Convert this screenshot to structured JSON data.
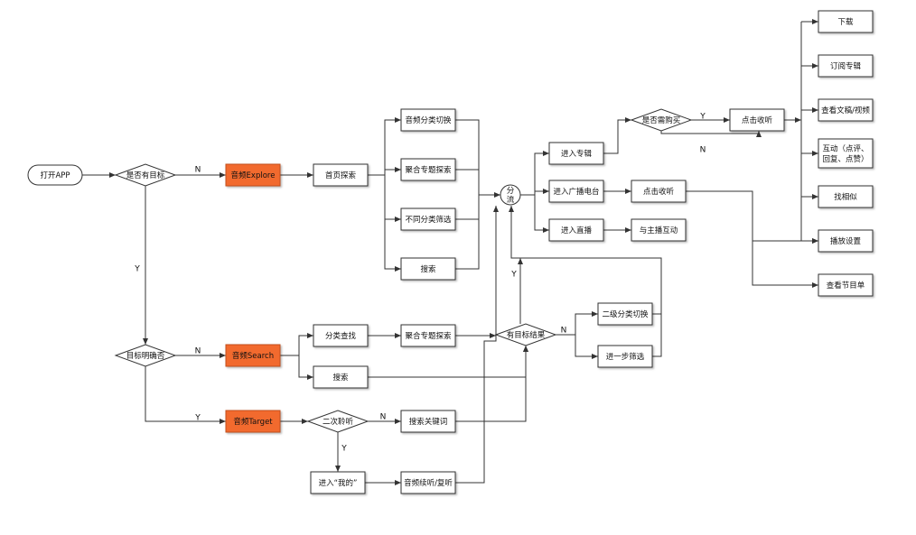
{
  "colors": {
    "accent": "#F26A2E",
    "stroke": "#333333",
    "box_fill": "#ffffff",
    "text": "#111111"
  },
  "nodes": {
    "start": "打开APP",
    "has_goal": "是否有目标",
    "audio_explore": "音频Explore",
    "home_explore": "首页探索",
    "cat_switch": "音频分类切换",
    "topic_explore": "聚合专题探索",
    "cat_filter": "不同分类筛选",
    "search_top": "搜索",
    "split": "分\n流",
    "enter_album": "进入专辑",
    "enter_radio": "进入广播电台",
    "enter_live": "进入直播",
    "need_buy": "是否需购买",
    "click_listen_top": "点击收听",
    "click_listen_radio": "点击收听",
    "host_interact": "与主播互动",
    "download": "下载",
    "subscribe": "订阅专辑",
    "view_text_video": "查看文稿/视频",
    "interaction": "互动（点评、\n回复、点赞）",
    "find_similar": "找相似",
    "play_settings": "播放设置",
    "view_program": "查看节目单",
    "goal_clear": "目标明确否",
    "audio_search": "音频Search",
    "cat_find": "分类查找",
    "topic_explore_2": "聚合专题探索",
    "search_mid": "搜索",
    "has_result": "有目标结果",
    "sub_cat_switch": "二级分类切换",
    "further_filter": "进一步筛选",
    "audio_target": "音频Target",
    "second_listen": "二次聆听",
    "search_keyword": "搜索关键词",
    "enter_mine": "进入“我的”",
    "continue_listen": "音频续听/复听"
  },
  "edge_labels": {
    "has_goal_no": "N",
    "has_goal_yes": "Y",
    "goal_clear_no": "N",
    "goal_clear_yes": "Y",
    "second_no": "N",
    "second_yes": "Y",
    "result_no": "N",
    "result_yes": "Y",
    "buy_yes": "Y",
    "buy_no": "N"
  }
}
